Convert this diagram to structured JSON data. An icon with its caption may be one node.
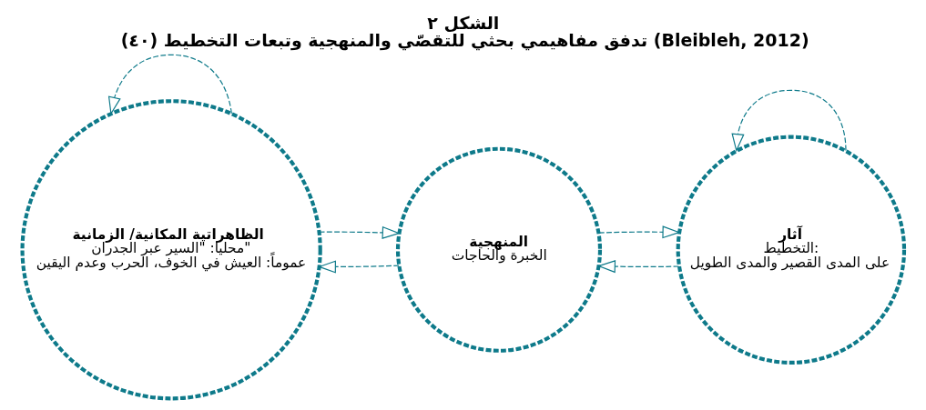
{
  "diagram": {
    "title": "الشكل ٢",
    "caption": "تدفق مفاهيمي بحثي للتقصّي والمنهجية وتبعات التخطيط (٤٠) (Bleibleh, 2012)",
    "nodes": [
      {
        "text": [
          "آثار",
          "التخطيط:",
          "على المدى القصير والمدى الطويل"
        ]
      },
      {
        "text": [
          "المنهجية",
          "الخبرة والحاجات"
        ]
      },
      {
        "text": [
          "الظاهراتية المكانية/ الزمانية",
          "محليا: \"السير عبر الجدران\"",
          "عموماً: العيش في الخوف، الحرب وعدم اليقين"
        ]
      }
    ],
    "edges": [
      {
        "from": 0,
        "to": 1,
        "arrow": "to",
        "style": "dashed"
      },
      {
        "from": 1,
        "to": 0,
        "arrow": "to",
        "style": "dashed"
      },
      {
        "from": 0,
        "to": 0,
        "arrow": "to",
        "style": "dashed"
      },
      {
        "from": 1,
        "to": 2,
        "arrow": "to",
        "style": "dashed"
      },
      {
        "from": 2,
        "to": 1,
        "arrow": "to",
        "style": "dashed"
      },
      {
        "from": 2,
        "to": 2,
        "arrow": "to",
        "style": "dashed"
      }
    ]
  }
}
